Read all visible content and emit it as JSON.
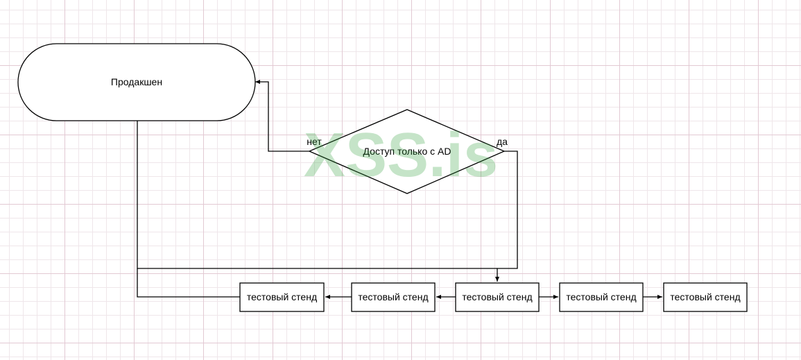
{
  "diagram": {
    "start_node": {
      "label": "Продакшен"
    },
    "decision": {
      "label": "Доступ только с AD"
    },
    "edges": {
      "no_label": "нет",
      "yes_label": "да"
    },
    "stands": [
      {
        "label": "тестовый стенд"
      },
      {
        "label": "тестовый стенд"
      },
      {
        "label": "тестовый стенд"
      },
      {
        "label": "тестовый стенд"
      },
      {
        "label": "тестовый стенд"
      }
    ]
  },
  "watermark": {
    "text": "XSS.is",
    "color": "#2e9e3b"
  },
  "colors": {
    "stroke": "#000000",
    "node_fill": "#ffffff",
    "grid_major": "#e2c9d3",
    "grid_minor": "#efe6ea"
  }
}
